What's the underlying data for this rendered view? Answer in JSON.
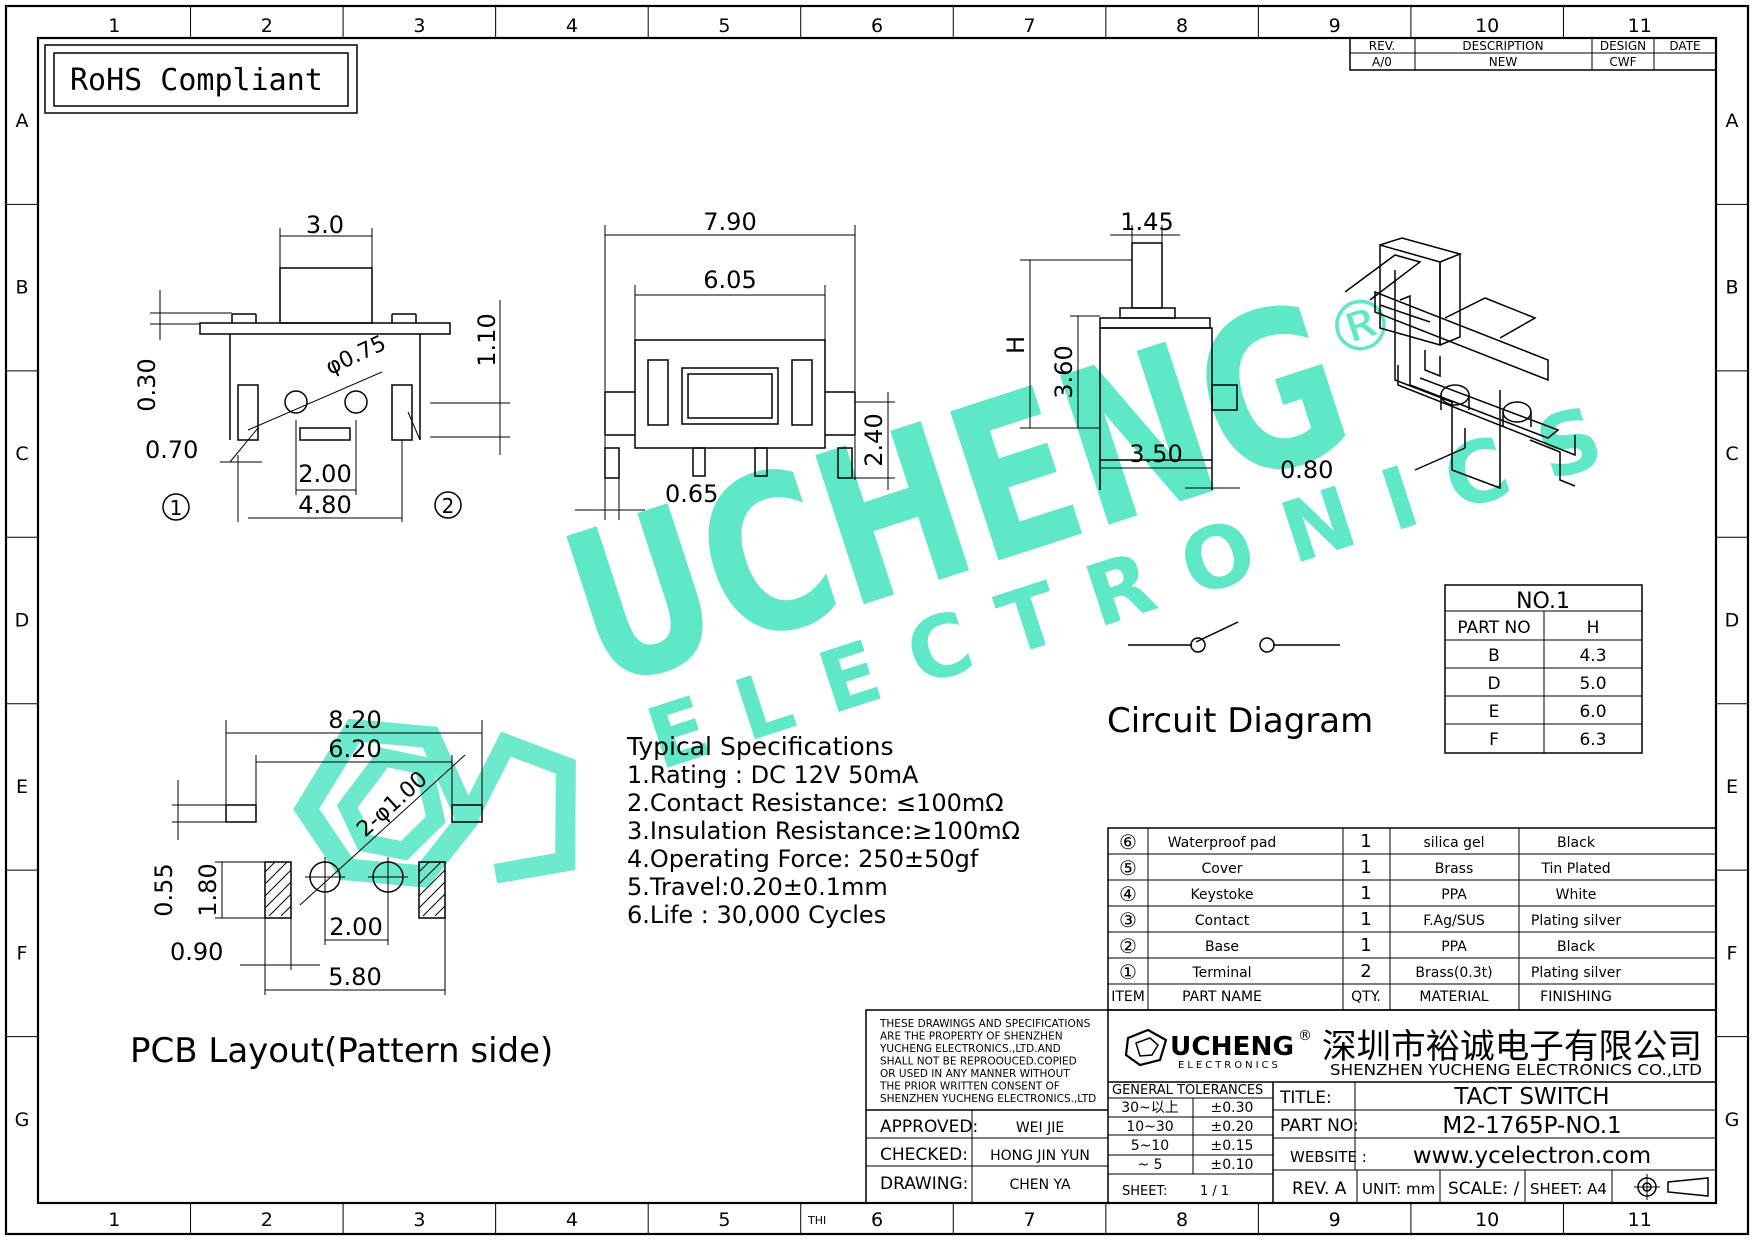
{
  "border": {
    "columns": [
      "1",
      "2",
      "3",
      "4",
      "5",
      "6",
      "7",
      "8",
      "9",
      "10",
      "11"
    ],
    "rows": [
      "A",
      "B",
      "C",
      "D",
      "E",
      "F",
      "G"
    ]
  },
  "rohs": "RoHS Compliant",
  "revision": {
    "headers": [
      "REV.",
      "DESCRIPTION",
      "DESIGN",
      "DATE"
    ],
    "row": [
      "A/0",
      "NEW",
      "CWF",
      ""
    ]
  },
  "watermark": {
    "brand": "UCHENG",
    "sub": "ELECTRONICS",
    "mark": "®"
  },
  "side_view": {
    "dims": [
      "3.0",
      "0.30",
      "1.10",
      "0.70",
      "2.00",
      "4.80"
    ],
    "hole": "φ0.75",
    "callouts": [
      "1",
      "2"
    ]
  },
  "front_view": {
    "dims": [
      "7.90",
      "6.05",
      "2.40",
      "0.65"
    ]
  },
  "end_view": {
    "dims": [
      "1.45",
      "H",
      "3.60",
      "3.50",
      "0.80"
    ]
  },
  "variant_table": {
    "title": "NO.1",
    "headers": [
      "PART NO",
      "H"
    ],
    "rows": [
      [
        "B",
        "4.3"
      ],
      [
        "D",
        "5.0"
      ],
      [
        "E",
        "6.0"
      ],
      [
        "F",
        "6.3"
      ]
    ]
  },
  "circuit_label": "Circuit Diagram",
  "specs": {
    "title": "Typical Specifications",
    "items": [
      "1.Rating : DC 12V 50mA",
      "2.Contact Resistance: ≤100mΩ",
      "3.Insulation Resistance:≥100mΩ",
      "4.Operating Force: 250±50gf",
      "5.Travel:0.20±0.1mm",
      "6.Life : 30,000 Cycles"
    ]
  },
  "pcb": {
    "dims": [
      "8.20",
      "6.20",
      "0.55",
      "1.80",
      "2.00",
      "0.90",
      "5.80"
    ],
    "hole": "2-φ1.00",
    "label": "PCB Layout(Pattern side)"
  },
  "bom": {
    "headers": [
      "ITEM",
      "PART NAME",
      "QTY.",
      "MATERIAL",
      "FINISHING"
    ],
    "rows": [
      {
        "item": "⑥",
        "name": "Waterproof pad",
        "qty": "1",
        "material": "silica gel",
        "finish": "Black"
      },
      {
        "item": "⑤",
        "name": "Cover",
        "qty": "1",
        "material": "Brass",
        "finish": "Tin Plated"
      },
      {
        "item": "④",
        "name": "Keystoke",
        "qty": "1",
        "material": "PPA",
        "finish": "White"
      },
      {
        "item": "③",
        "name": "Contact",
        "qty": "1",
        "material": "F.Ag/SUS",
        "finish": "Plating silver"
      },
      {
        "item": "②",
        "name": "Base",
        "qty": "1",
        "material": "PPA",
        "finish": "Black"
      },
      {
        "item": "①",
        "name": "Terminal",
        "qty": "2",
        "material": "Brass(0.3t)",
        "finish": "Plating silver"
      }
    ]
  },
  "title_block": {
    "notice": [
      "THESE DRAWINGS AND SPECIFICATIONS",
      "ARE THE PROPERTY OF SHENZHEN",
      "YUCHENG ELECTRONICS.,LTD.AND",
      "SHALL NOT BE REPROOUCED.COPIED",
      "OR USED IN ANY MANNER WITHOUT",
      "THE PRIOR WRITTEN CONSENT OF",
      "SHENZHEN YUCHENG ELECTRONICS.,LTD"
    ],
    "logo_text": "UCHENG",
    "logo_sub": "ELECTRONICS",
    "company_cn": "深圳市裕诚电子有限公司",
    "company_en": "SHENZHEN YUCHENG ELECTRONICS CO.,LTD",
    "approved_label": "APPROVED:",
    "approved": "WEI JIE",
    "checked_label": "CHECKED:",
    "checked": "HONG JIN YUN",
    "drawing_label": "DRAWING:",
    "drawing": "CHEN YA",
    "tol_title": "GENERAL TOLERANCES",
    "tolerances": [
      [
        "30~以上",
        "±0.30"
      ],
      [
        "10~30",
        "±0.20"
      ],
      [
        "5~10",
        "±0.15"
      ],
      [
        "~ 5",
        "±0.10"
      ]
    ],
    "sheet_label": "SHEET:",
    "sheet": "1 / 1",
    "title_label": "TITLE:",
    "title": "TACT SWITCH",
    "partno_label": "PART NO:",
    "partno": "M2-1765P-NO.1",
    "website_label": "WEBSITE :",
    "website": "www.ycelectron.com",
    "rev": "REV. A",
    "unit": "UNIT: mm",
    "scale": "SCALE: /",
    "sheet_size": "SHEET: A4",
    "thi": "THI"
  }
}
